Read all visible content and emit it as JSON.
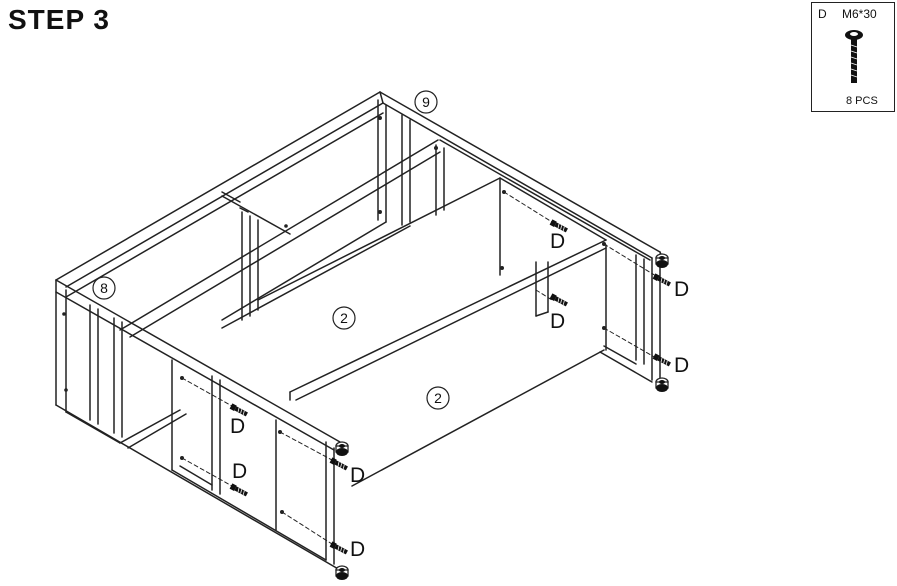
{
  "title": "STEP 3",
  "parts": {
    "code": "D",
    "spec": "M6*30",
    "quantity": "8 PCS"
  },
  "callouts": {
    "frame_top": "9",
    "frame_bottom": "8",
    "panel_upper": "2",
    "panel_lower": "2"
  },
  "screw_label": "D",
  "colors": {
    "line": "#222222",
    "background": "#ffffff",
    "screw": "#111111"
  }
}
